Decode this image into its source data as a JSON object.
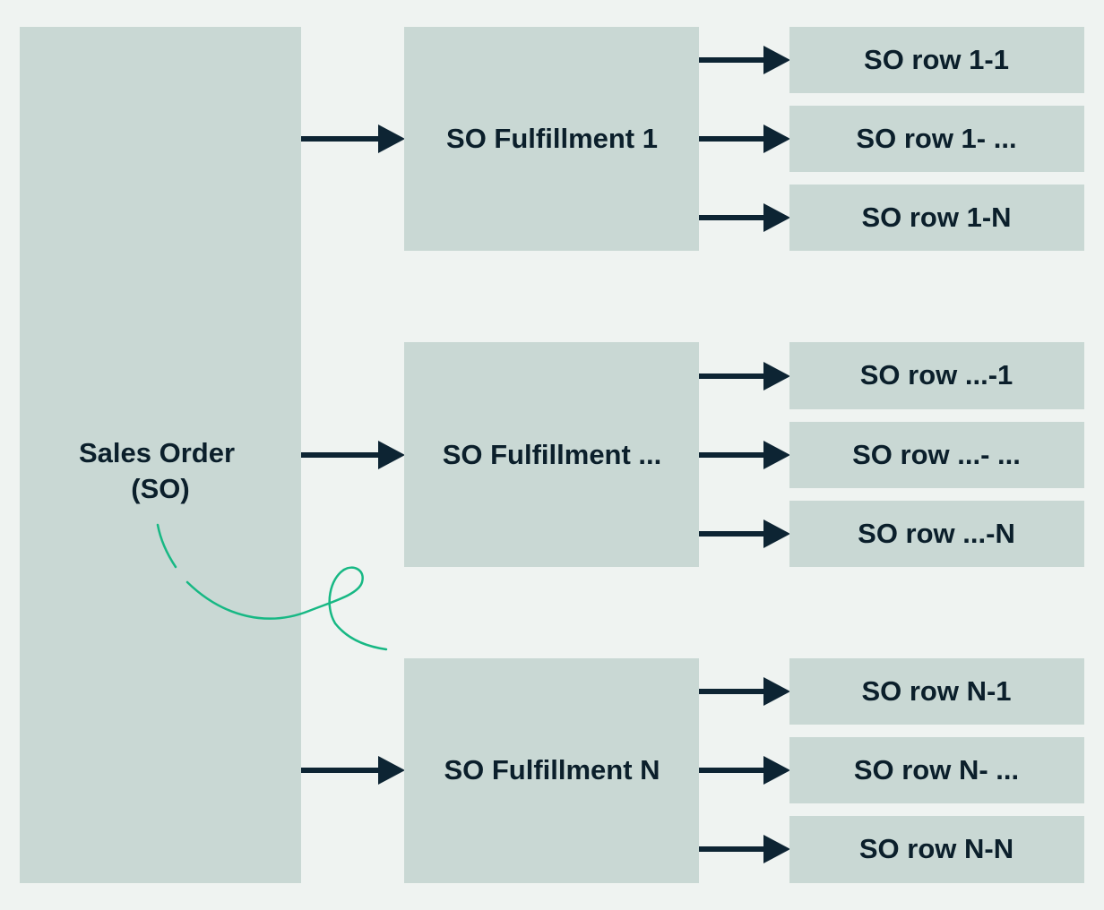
{
  "colors": {
    "background": "#eff3f1",
    "box_fill": "#c9d8d4",
    "arrow": "#0d2433",
    "text": "#0b1f2b",
    "curl": "#17b884"
  },
  "sales_order": {
    "line1": "Sales Order",
    "line2": "(SO)"
  },
  "fulfillments": [
    {
      "label": "SO Fulfillment 1",
      "rows": [
        "SO row 1-1",
        "SO row 1- ...",
        "SO row 1-N"
      ]
    },
    {
      "label": "SO Fulfillment ...",
      "rows": [
        "SO row ...-1",
        "SO row ...- ...",
        "SO row ...-N"
      ]
    },
    {
      "label": "SO Fulfillment N",
      "rows": [
        "SO row N-1",
        "SO row N- ...",
        "SO row N-N"
      ]
    }
  ]
}
